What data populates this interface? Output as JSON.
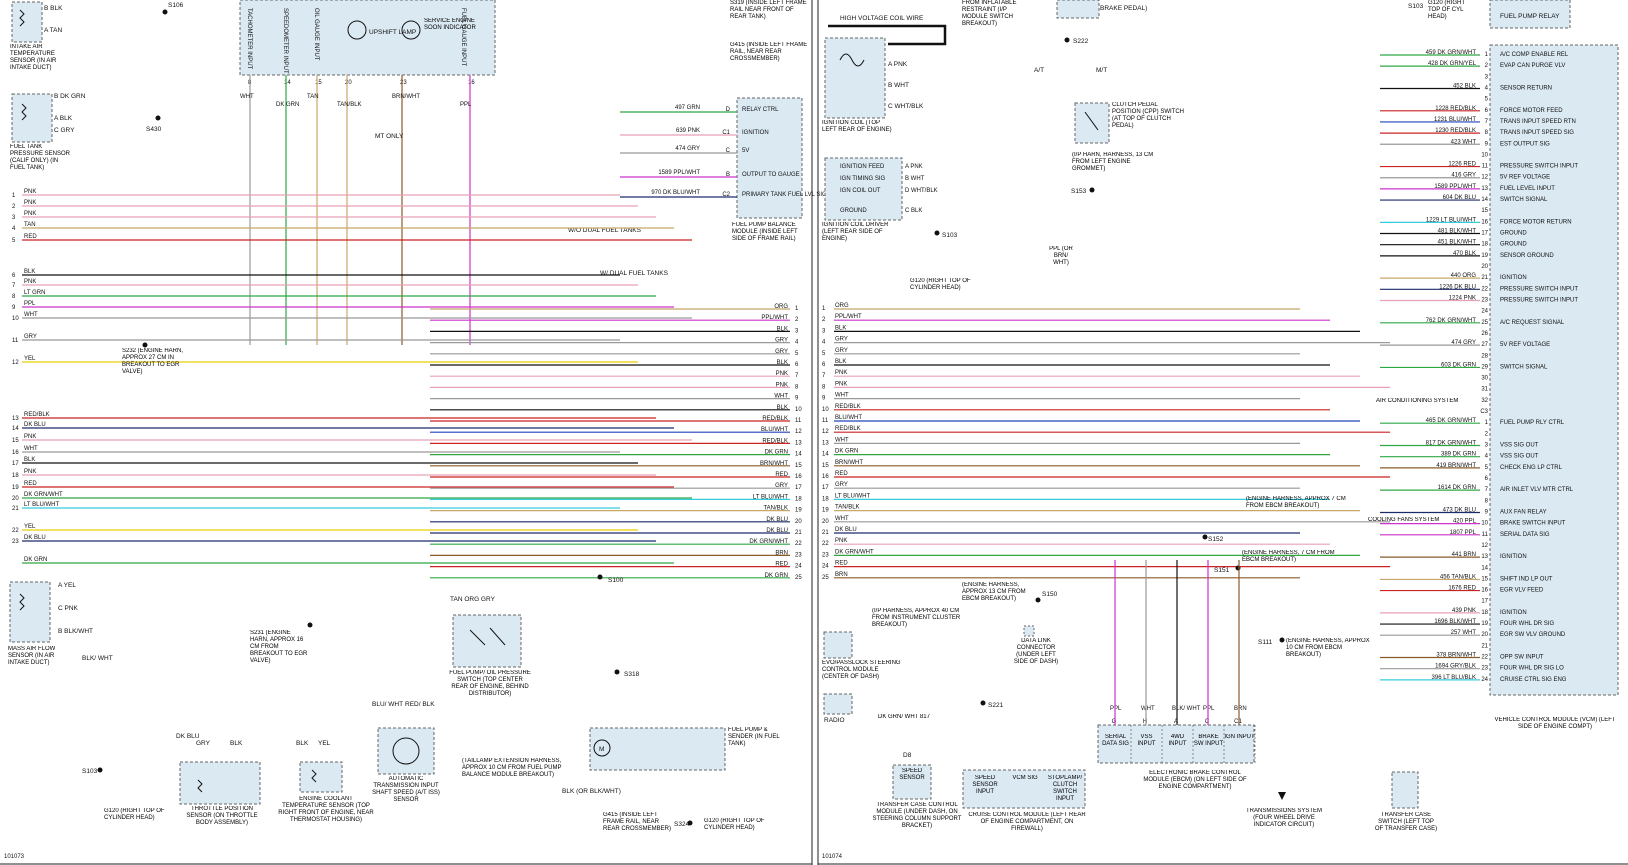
{
  "panels": [
    {
      "code": "101073"
    },
    {
      "code": "101074"
    }
  ],
  "left": {
    "iat_sensor": {
      "title": "INTAKE AIR TEMPERATURE SENSOR (IN AIR INTAKE DUCT)",
      "pin_b": "B  BLK",
      "pin_a": "A  TAN"
    },
    "ftp_sensor": {
      "title": "FUEL TANK PRESSURE SENSOR (CALIF ONLY) (IN FUEL TANK)",
      "pin_b": "B  DK GRN",
      "pin_a": "A  BLK",
      "pin_c": "C  GRY"
    },
    "splices": {
      "s106": "S106",
      "s430": "S430",
      "s232": "S232 (ENGINE HARN, APPROX 27 CM IN BREAKOUT TO EGR VALVE)",
      "s231": "S231 (ENGINE HARN, APPROX 16 CM FROM BREAKOUT TO EGR VALVE)",
      "s103": "S103",
      "s100": "S100",
      "s318": "S318",
      "s324": "S324"
    },
    "cluster": {
      "inputs": [
        "TACHOMETER INPUT",
        "SPEEDOMETER INPUT",
        "OIL GAUGE INPUT",
        "UPSHIFT LAMP",
        "SERVICE ENGINE SOON INDICATOR",
        "FUEL GAUGE INPUT"
      ],
      "pins": [
        "8",
        "14",
        "15",
        "20",
        "23",
        "16"
      ],
      "wires": [
        "WHT",
        "DK GRN",
        "TAN",
        "TAN/BLK",
        "BRN/WHT",
        "PPL"
      ],
      "mt_only": "MT ONLY"
    },
    "fp_balance": {
      "title": "FUEL PUMP BALANCE MODULE (INSIDE LEFT SIDE OF FRAME RAIL)",
      "rows": [
        "RELAY CTRL",
        "IGNITION",
        "5V",
        "OUTPUT TO GAUGE",
        "PRIMARY TANK FUEL LVL SIG"
      ],
      "pins": [
        "D",
        "C1",
        "C",
        "B",
        "C2"
      ],
      "circuits": [
        "497 GRN",
        "639 PNK",
        "474 GRY",
        "1589 PPL/WHT",
        "970 DK BLU/WHT"
      ]
    },
    "ground_g415": "G415 (INSIDE LEFT FRAME RAIL, NEAR REAR CROSSMEMBER)",
    "ground_s319": "S319 (INSIDE LEFT FRAME RAIL NEAR FRONT OF REAR TANK)",
    "left_pins": [
      "1",
      "2",
      "3",
      "4",
      "5",
      "6",
      "7",
      "8",
      "9",
      "10",
      "11",
      "12",
      "13",
      "14",
      "15",
      "16",
      "17",
      "18",
      "19",
      "20",
      "21",
      "22",
      "23"
    ],
    "left_wires": [
      "PNK",
      "PNK",
      "PNK",
      "TAN",
      "RED",
      "BLK",
      "PNK",
      "LT GRN",
      "PPL",
      "WHT",
      "GRY",
      "YEL",
      "RED/BLK",
      "DK BLU",
      "PNK",
      "WHT",
      "BLK",
      "PNK",
      "RED",
      "DK GRN/WHT",
      "LT BLU/WHT",
      "YEL",
      "DK BLU",
      "DK GRN"
    ],
    "right_pins": [
      "1",
      "2",
      "3",
      "4",
      "5",
      "6",
      "7",
      "8",
      "9",
      "10",
      "11",
      "12",
      "13",
      "14",
      "15",
      "16",
      "17",
      "18",
      "19",
      "20",
      "21",
      "22",
      "23",
      "24",
      "25"
    ],
    "right_wires": [
      "ORG",
      "PPL/WHT",
      "BLK",
      "GRY",
      "GRY",
      "BLK",
      "PNK",
      "PNK",
      "WHT",
      "BLK",
      "RED/BLK",
      "BLU/WHT",
      "RED/BLK",
      "DK GRN",
      "BRN/WHT",
      "RED",
      "GRY",
      "LT BLU/WHT",
      "TAN/BLK",
      "DK BLU",
      "DK BLU",
      "DK GRN/WHT",
      "BRN",
      "RED",
      "DK GRN"
    ],
    "maf": {
      "title": "MASS AIR FLOW SENSOR (IN AIR INTAKE DUCT)",
      "pin_a": "A  YEL",
      "pin_c": "C  PNK",
      "pin_b": "B  BLK/WHT",
      "blk_wht": "BLK/ WHT"
    },
    "tps": {
      "title": "THROTTLE POSITION SENSOR (ON THROTTLE BODY ASSEMBLY)",
      "w1": "DK BLU",
      "w2": "GRY",
      "w3": "BLK"
    },
    "ect": {
      "title": "ENGINE COOLANT TEMPERATURE SENSOR (TOP RIGHT FRONT OF ENGINE, NEAR THERMOSTAT HOUSING)",
      "w1": "BLK",
      "w2": "YEL"
    },
    "iss": {
      "title": "AUTOMATIC TRANSMISSION INPUT SHAFT SPEED (A/T ISS) SENSOR",
      "w1": "BLU/ WHT",
      "w2": "RED/ BLK"
    },
    "fpops": {
      "title": "FUEL PUMP/ OIL PRESSURE SWITCH (TOP CENTER REAR OF ENGINE, BEHIND DISTRIBUTOR)",
      "wires": "TAN  ORG  GRY"
    },
    "fuel_pump": {
      "title": "FUEL PUMP & SENDER (IN FUEL TANK)",
      "gnd": "BLK (OR BLK/WHT)"
    },
    "dual_tanks": {
      "w_dual": "W/ DUAL FUEL TANKS",
      "wo_dual": "W/O DUAL FUEL TANKS"
    },
    "taillamp": "(TAILLAMP EXTENSION HARNESS, APPROX 10 CM FROM FUEL PUMP BALANCE MODULE BREAKOUT)",
    "g120": "G120 (RIGHT TOP OF CYLINDER HEAD)",
    "g415b": "G415 (INSIDE LEFT FRAME RAIL, NEAR REAR CROSSMEMBER)",
    "g120b": "G120 (RIGHT TOP OF CYLINDER HEAD)"
  },
  "right": {
    "hv_wire": "HIGH VOLTAGE COIL WIRE",
    "ign_coil": "IGNITION COIL (TOP LEFT REAR OF ENGINE)",
    "ign_coil_pins": [
      "A  PNK",
      "B  WHT",
      "C  WHT/BLK"
    ],
    "icd": {
      "title": "IGNITION COIL DRIVER (LEFT REAR SIDE OF ENGINE)",
      "rows": [
        "IGNITION FEED",
        "IGN TIMING SIG",
        "IGN COIL OUT",
        "GROUND"
      ],
      "pins": [
        "A  PNK",
        "B  WHT",
        "D  WHT/BLK",
        "C  BLK"
      ]
    },
    "s103": "S103",
    "g120": "G120 (RIGHT TOP OF CYLINDER HEAD)",
    "s222": "S222",
    "brake_pedal": "BRAKE PEDAL)",
    "inflatable": "FROM INFLATABLE RESTRAINT (I/P MODULE SWITCH BREAKOUT)",
    "at_mt": {
      "at": "A/T",
      "mt": "M/T"
    },
    "cpp": "CLUTCH PEDAL POSITION (CPP) SWITCH (AT TOP OF CLUTCH PEDAL)",
    "ip_harn": "(I/P HARN, HARNESS, 13 CM FROM LEFT ENGINE GROMMET)",
    "s153": "S153",
    "ppl_or": "PPL (OR BRN/ WHT)",
    "mid_pins": [
      "1",
      "2",
      "3",
      "4",
      "5",
      "6",
      "7",
      "8",
      "9",
      "10",
      "11",
      "12",
      "13",
      "14",
      "15",
      "16",
      "17",
      "18",
      "19",
      "20",
      "21",
      "22",
      "23",
      "24",
      "25"
    ],
    "mid_wires": [
      "ORG",
      "PPL/WHT",
      "BLK",
      "GRY",
      "GRY",
      "BLK",
      "PNK",
      "PNK",
      "WHT",
      "RED/BLK",
      "BLU/WHT",
      "RED/BLK",
      "WHT",
      "DK GRN",
      "BRN/WHT",
      "RED",
      "GRY",
      "LT BLU/WHT",
      "TAN/BLK",
      "WHT",
      "DK BLU",
      "PNK",
      "DK GRN/WHT",
      "RED",
      "BRN"
    ],
    "vcm": {
      "title": "VEHICLE CONTROL MODULE (VCM) (LEFT SIDE OF ENGINE COMPT)",
      "rows": [
        "A/C COMP ENABLE REL",
        "EVAP CAN PURGE VLV",
        "",
        "SENSOR RETURN",
        "",
        "FORCE MOTOR FEED",
        "TRANS INPUT SPEED RTN",
        "TRANS INPUT SPEED SIG",
        "EST OUTPUT SIG",
        "",
        "PRESSURE SWITCH INPUT",
        "5V REF VOLTAGE",
        "FUEL LEVEL INPUT",
        "SWITCH SIGNAL",
        "",
        "FORCE MOTOR RETURN",
        "GROUND",
        "GROUND",
        "SENSOR GROUND",
        "",
        "IGNITION",
        "PRESSURE SWITCH INPUT",
        "PRESSURE SWITCH INPUT",
        "",
        "A/C REQUEST SIGNAL",
        "",
        "5V REF VOLTAGE",
        "",
        "SWITCH SIGNAL",
        "",
        "",
        "",
        "",
        "FUEL PUMP RLY CTRL",
        "",
        "VSS SIG OUT",
        "VSS SIG OUT",
        "CHECK ENG LP CTRL",
        "",
        "AIR INLET VLV MTR CTRL",
        "",
        "AUX FAN RELAY",
        "BRAKE SWITCH INPUT",
        "SERIAL DATA SIG",
        "",
        "IGNITION",
        "",
        "SHIFT IND LP OUT",
        "EGR VLV FEED",
        "",
        "IGNITION",
        "FOUR WHL DR SIG",
        "EGR SW VLV GROUND",
        "",
        "OPP SW INPUT",
        "FOUR WHL DR SIG LO",
        "CRUISE CTRL SIG ENG"
      ],
      "pins": [
        "1",
        "2",
        "3",
        "4",
        "5",
        "6",
        "7",
        "8",
        "9",
        "10",
        "11",
        "12",
        "13",
        "14",
        "15",
        "16",
        "17",
        "18",
        "19",
        "20",
        "21",
        "22",
        "23",
        "24",
        "25",
        "26",
        "27",
        "28",
        "29",
        "30",
        "31",
        "32",
        "C3",
        "1",
        "2",
        "3",
        "4",
        "5",
        "6",
        "7",
        "8",
        "9",
        "10",
        "11",
        "12",
        "13",
        "14",
        "15",
        "16",
        "17",
        "18",
        "19",
        "20",
        "21",
        "22",
        "23",
        "24"
      ],
      "circuits": [
        "459 DK GRN/WHT",
        "428 DK GRN/YEL",
        "",
        "452 BLK",
        "",
        "1228 RED/BLK",
        "1231 BLU/WHT",
        "1230 RED/BLK",
        "423 WHT",
        "",
        "1226 RED",
        "416 GRY",
        "1589 PPL/WHT",
        "604 DK BLU",
        "",
        "1229 LT BLU/WHT",
        "481 BLK/WHT",
        "451 BLK/WHT",
        "470 BLK",
        "",
        "440 ORG",
        "1226 DK BLU",
        "1224 PNK",
        "",
        "762 DK GRN/WHT",
        "",
        "474 GRY",
        "",
        "603 DK GRN",
        "",
        "",
        "",
        "",
        "465 DK GRN/WHT",
        "",
        "817 DK GRN/WHT",
        "389 DK GRN",
        "419 BRN/WHT",
        "",
        "1614 DK GRN",
        "",
        "473 DK BLU",
        "420 PPL",
        "1807 PPL",
        "",
        "441 BRN",
        "",
        "456 TAN/BLK",
        "1676 RED",
        "",
        "439 PNK",
        "1696 BLK/WHT",
        "257 WHT",
        "",
        "378 BRN/WHT",
        "1694 GRY/BLK",
        "396 LT BLU/BLK"
      ]
    },
    "ac_system": "AIR CONDITIONING SYSTEM",
    "cooling_fans": "COOLING FANS SYSTEM",
    "s152": "S152",
    "s152_note": "(ENGINE HARNESS, APPROX 7 CM FROM EBCM BREAKOUT)",
    "s151": "S151",
    "s151_note": "(ENGINE HARNESS, 7 CM FROM EBCM BREAKOUT)",
    "s150": "S150",
    "s150_note": "(ENGINE HARNESS, APPROX 13 CM FROM EBCM BREAKOUT)",
    "s111": "S111",
    "s111_note": "(ENGINE HARNESS, APPROX 10 CM FROM EBCM BREAKOUT)",
    "s221": "S221",
    "s221_note": "(I/P HARNESS, APPROX 40 CM FROM INSTRUMENT CLUSTER BREAKOUT)",
    "dlc": "DATA LINK CONNECTOR (UNDER LEFT SIDE OF DASH)",
    "evo": "EVO/PASSLOCK STEERING CONTROL MODULE (CENTER OF DASH)",
    "radio": "RADIO",
    "ebcm": {
      "title": "ELECTRONIC BRAKE CONTROL MODULE (EBCM) (ON LEFT SIDE OF ENGINE COMPARTMENT)",
      "cells": [
        "SERIAL DATA SIG",
        "VSS INPUT",
        "4WD INPUT",
        "BRAKE SW INPUT",
        "IGN INPUT"
      ],
      "pins": [
        "G",
        "H",
        "A",
        "C",
        "C1"
      ],
      "wires": [
        "PPL",
        "WHT",
        "BLK/ WHT",
        "PPL",
        "BRN"
      ]
    },
    "speed_sensor": {
      "title": "SPEED SENSOR",
      "pin": "D8",
      "wires": "DK GRN/ WHT  817"
    },
    "tccm": "TRANSFER CASE CONTROL MODULE (UNDER DASH, ON STEERING COLUMN SUPPORT BRACKET)",
    "ccm": {
      "title": "CRUISE CONTROL MODULE (LEFT REAR OF ENGINE COMPARTMENT, ON FIREWALL)",
      "cells": [
        "SPEED SENSOR INPUT",
        "VCM SIG",
        "STOPLAMP/ CLUTCH SWITCH INPUT"
      ]
    },
    "trans_system": "TRANSMISSIONS SYSTEM (FOUR WHEEL DRIVE INDICATOR CIRCUIT)",
    "tcs": "TRANSFER CASE SWITCH (LEFT TOP OF TRANSFER CASE)",
    "fuel_pump_relay": "FUEL PUMP RELAY",
    "g120_top": "G120 (RIGHT TOP OF CYL HEAD)",
    "s103_top": "S103"
  },
  "colors": {
    "pink": "#e8a0b4",
    "red": "#cc2222",
    "green": "#2ea843",
    "magenta": "#cc33cc",
    "yellow": "#e6d000",
    "tan": "#c8a868",
    "navy": "#1a2a6a",
    "gray": "#999999",
    "black": "#111111",
    "cyan": "#33ccdd",
    "brown": "#8b5a2b",
    "blue": "#2244bb",
    "module_fill": "#dbe9f3"
  }
}
